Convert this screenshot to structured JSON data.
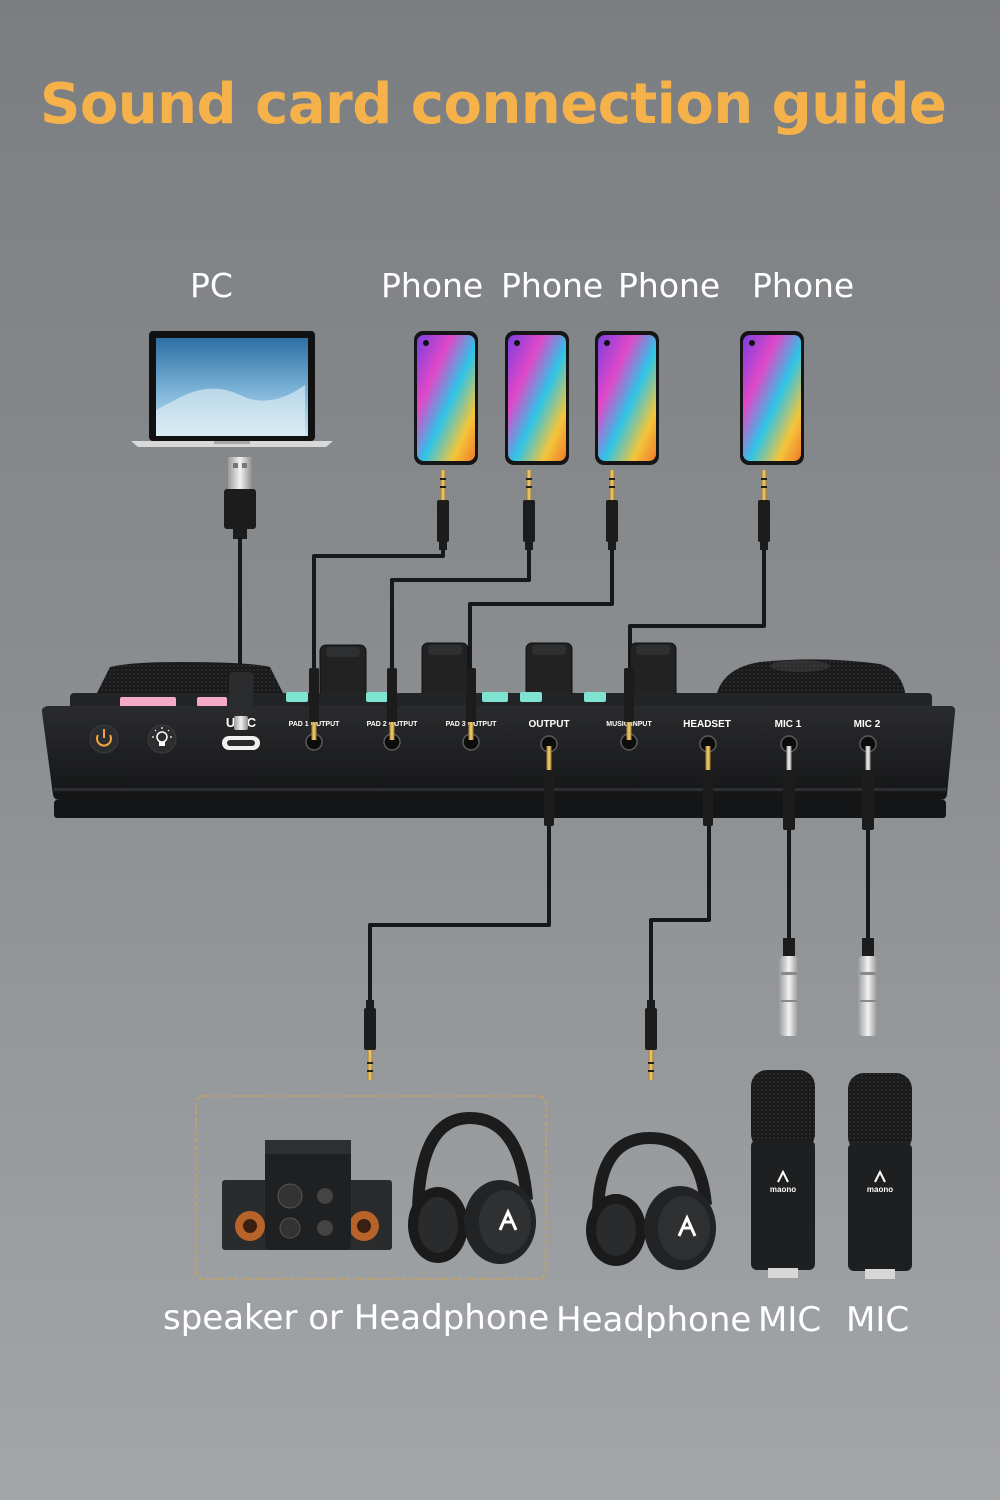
{
  "title": "Sound card connection guide",
  "top_labels": {
    "pc": "PC",
    "phone_1": "Phone",
    "phone_2": "Phone",
    "phone_3": "Phone",
    "phone_4": "Phone"
  },
  "ports": {
    "usb_c": "U - C",
    "pad1_output": "PAD 1 OUTPUT",
    "pad2_output": "PAD 2 OUTPUT",
    "pad3_output": "PAD 3 OUTPUT",
    "output": "OUTPUT",
    "music_input": "MUSIC INPUT",
    "headset": "HEADSET",
    "mic1": "MIC 1",
    "mic2": "MIC 2"
  },
  "bottom_labels": {
    "speaker_or_headphone": "speaker or Headphone",
    "headphone": "Headphone",
    "mic_1": "MIC",
    "mic_2": "MIC"
  },
  "brand": "maono",
  "colors": {
    "title": "#f6b24a",
    "label": "#ffffff",
    "device_body": "#1f2022",
    "cable": "#17181a",
    "gold_plug": "#d4a93f",
    "pink_pad": "#f4a9c6",
    "teal_pad": "#7fe3d2",
    "orange_power": "#f0a341",
    "dashed_box": "#c9a15a"
  }
}
